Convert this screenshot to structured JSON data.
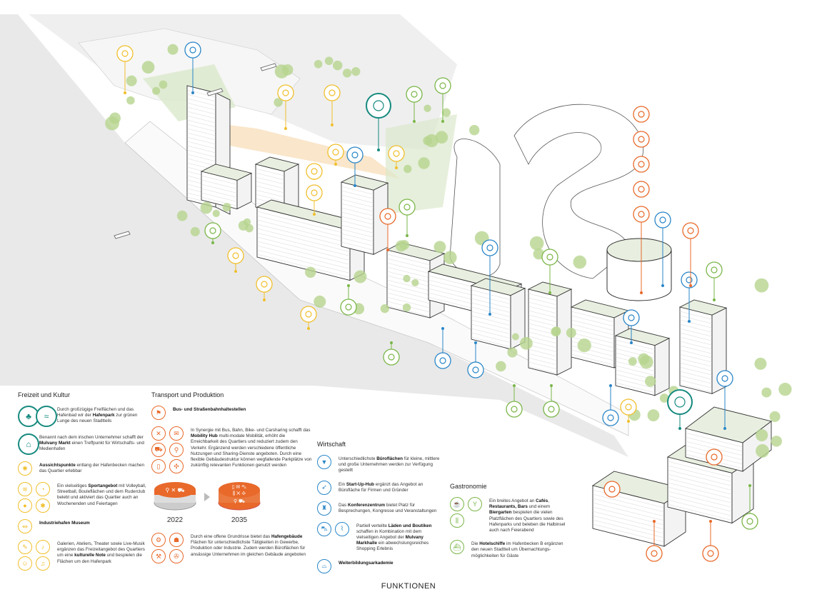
{
  "title": "FUNKTIONEN",
  "colors": {
    "freizeit": "#f0bf2c",
    "transport": "#e8692a",
    "wirtschaft": "#2a86c8",
    "park": "#168a7f",
    "gastro": "#7ab648"
  },
  "freizeit": {
    "heading": "Freizeit und Kultur",
    "items": [
      {
        "icons": [
          "park-icon",
          "bath-icon"
        ],
        "seg": [
          {
            "t": "Durch großzügige Freiflächen und das Hafenbad wir der "
          },
          {
            "b": "Hafenpark"
          },
          {
            "t": " zur grünen Lunge des neuen Stadtteils"
          }
        ]
      },
      {
        "icons": [
          "market-icon"
        ],
        "seg": [
          {
            "t": "Benannt nach dem irischen Unternehmer schafft der "
          },
          {
            "b": "Mulvany Markt"
          },
          {
            "t": " einen Treffpunkt für Wirtschafts- und Medienhafen"
          }
        ]
      },
      {
        "icons": [
          "viewpoint-icon"
        ],
        "seg": [
          {
            "b": "Aussichtspunkte"
          },
          {
            "t": " entlang der Hafenbecken machen das Quartier erlebbar"
          }
        ]
      },
      {
        "icons": [
          "rowing-icon",
          "volleyball-icon",
          "boule-icon",
          "streetball-icon"
        ],
        "seg": [
          {
            "t": "Ein vielseitiges "
          },
          {
            "b": "Sportangebot"
          },
          {
            "t": " mit Volleyball, Streetball, Bouleflächen und dem Ruderclub belebt und aktiviert das Quartier auch an Wochenenden und Feiertagen"
          }
        ]
      },
      {
        "icons": [
          "museum-icon"
        ],
        "seg": [
          {
            "b": "Industriehafen Museum"
          }
        ]
      },
      {
        "icons": [
          "palette-icon",
          "microphone-icon",
          "theater-icon",
          "saxophone-icon"
        ],
        "seg": [
          {
            "t": "Galerien, Ateliers, Theater sowie Live-Musik ergänzen das Freizeitangebot des Quartiers um eine "
          },
          {
            "b": "kulturelle Note"
          },
          {
            "t": " und bespielen die Flächen um den Hafenpark"
          }
        ]
      }
    ]
  },
  "transport": {
    "heading": "Transport und Produktion",
    "items": [
      {
        "icons": [
          "bus-stop-icon"
        ],
        "seg": [
          {
            "b": "Bus- und Straßenbahnhaltestellen"
          }
        ]
      },
      {
        "icons": [
          "hub-icon",
          "parcel-icon",
          "carsharing-icon",
          "bikesharing-icon",
          "phone-icon",
          "drone-icon"
        ],
        "seg": [
          {
            "t": "In Synergie mit Bus, Bahn, Bike- und Carsharing schafft das "
          },
          {
            "b": "Mobility Hub"
          },
          {
            "t": " multi-modale Mobilität, erhöht die Erreichbarkeit des Quartiers und reduziert zudem den Verkehr. Ergänzend werden verschiedene öffentliche Nutzungen und Sharing-Dienste angeboten. Durch eine flexible Gebäudestruktur können wegfallende Parkplätze von zukünftig relevanten Funktionen genutzt werden"
          }
        ]
      },
      {
        "icons": [
          "gears-icon",
          "robot-icon",
          "hammer-icon",
          "turbine-icon"
        ],
        "seg": [
          {
            "t": "Durch eine offene Grundrisse bietet das "
          },
          {
            "b": "Hafengebäude"
          },
          {
            "t": " Flächen für unterschiedlichste Tätigkeiten in Gewerbe, Produktion oder Industrie. Zudem werden Büroflächen für ansässige Unternehmen im gleichen Gebäude angeboten"
          }
        ]
      }
    ],
    "years": [
      "2022",
      "2035"
    ]
  },
  "wirtschaft": {
    "heading": "Wirtschaft",
    "items": [
      {
        "icons": [
          "tie-icon"
        ],
        "seg": [
          {
            "t": "Unterschiedlichste "
          },
          {
            "b": "Büroflächen"
          },
          {
            "t": " für kleine, mittlere und große Unternehmen werden zur Verfügung gestellt"
          }
        ]
      },
      {
        "icons": [
          "rocket-icon"
        ],
        "seg": [
          {
            "t": "Ein "
          },
          {
            "b": "Start-Up-Hub"
          },
          {
            "t": " ergänzt das Angebot an Bürofläche für Firmen und Gründer"
          }
        ]
      },
      {
        "icons": [
          "conference-icon"
        ],
        "seg": [
          {
            "t": "Das "
          },
          {
            "b": "Konferenzentrum"
          },
          {
            "t": " bietet Platz für Besprechungen, Kongresse und Veranstaltungen"
          }
        ]
      },
      {
        "icons": [
          "cart-icon",
          "heel-icon"
        ],
        "seg": [
          {
            "t": "Partiell verteilte "
          },
          {
            "b": "Läden und Boutiken"
          },
          {
            "t": " schaffen in Kombination mit dem vielseitigen Angebot der "
          },
          {
            "b": "Mulvany Markhalle"
          },
          {
            "t": " ein abwechslungsreiches Shopping Erlebnis"
          }
        ]
      },
      {
        "icons": [
          "graduation-cap-icon"
        ],
        "seg": [
          {
            "b": "Weiterbildungsarkademie"
          }
        ]
      }
    ]
  },
  "gastro": {
    "heading": "Gastronomie",
    "items": [
      {
        "icons": [
          "coffee-icon",
          "cocktail-icon",
          "cutlery-icon"
        ],
        "seg": [
          {
            "t": "Ein breites Angebot an "
          },
          {
            "b": "Cafés"
          },
          {
            "t": ", "
          },
          {
            "b": "Restaurants,"
          },
          {
            "t": " "
          },
          {
            "b": "Bars"
          },
          {
            "t": " und einem "
          },
          {
            "b": "Biergarten"
          },
          {
            "t": " bespielen die vielen Platzflächen des Quartiers sowie des Hafenparks und beleben die Halbinsel auch nach Feierabend"
          }
        ]
      },
      {
        "icons": [
          "hotel-ship-icon"
        ],
        "seg": [
          {
            "t": "Die "
          },
          {
            "b": "Hotelschiffe"
          },
          {
            "t": " im Hafenbecken B ergänzen den neuen Stadtteil um Übernachtungs-möglichkeiten für Gäste"
          }
        ]
      }
    ]
  }
}
